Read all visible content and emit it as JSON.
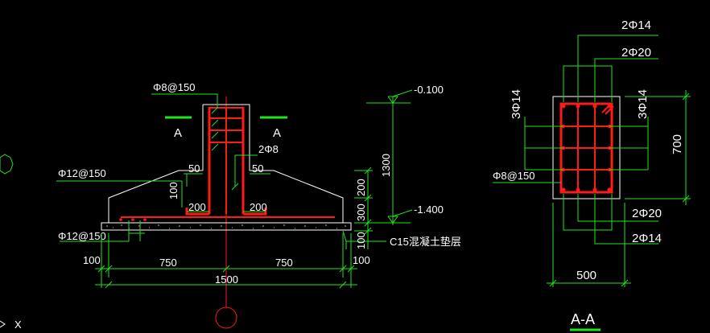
{
  "labels": {
    "stirrup_col": "Φ8@150",
    "section_mark_left": "A",
    "section_mark_right": "A",
    "bar_2phi8": "2Φ8",
    "haunch_50_left": "50",
    "haunch_50_right": "50",
    "dim_100_haunch": "100",
    "dim_200_left": "200",
    "dim_200_right": "200",
    "mesh_top": "Φ12@150",
    "mesh_bottom": "Φ12@150",
    "cushion_label": "C15混凝土垫层",
    "elev_top": "-0.100",
    "elev_bottom": "-1.400",
    "dim_1300": "1300",
    "dim_200_v": "200",
    "dim_300_v": "300",
    "dim_100_v": "100",
    "dim_100_left": "100",
    "dim_750_left": "750",
    "dim_750_right": "750",
    "dim_100_right": "100",
    "dim_1500": "1500",
    "ucs_label": "X"
  },
  "section": {
    "top_bars_outer": "2Φ14",
    "top_bars_inner": "2Φ20",
    "side_left": "3Φ14",
    "side_right": "3Φ14",
    "stirrup": "Φ8@150",
    "height_dim": "700",
    "bottom_bars_inner": "2Φ20",
    "bottom_bars_outer": "2Φ14",
    "width_dim": "500",
    "title": "A-A"
  },
  "colors": {
    "background": "#000000",
    "outline": "#ffffff",
    "rebar": "#ff1a1a",
    "dimension": "#1fe51f",
    "title_underline": "#1fe51f"
  }
}
